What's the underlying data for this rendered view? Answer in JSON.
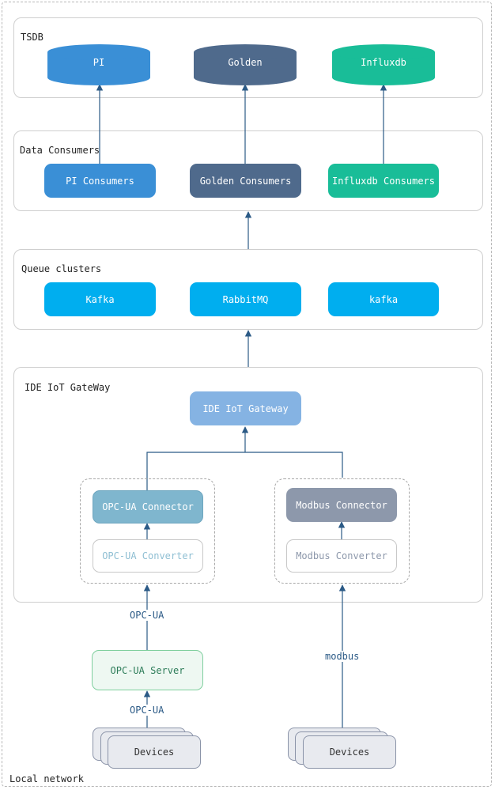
{
  "outer_label": "Local network",
  "tsdb": {
    "label": "TSDB",
    "databases": [
      {
        "name": "PI",
        "color": "#3a8fd6"
      },
      {
        "name": "Golden",
        "color": "#4f6a8c"
      },
      {
        "name": "Influxdb",
        "color": "#19bd98"
      }
    ]
  },
  "consumers": {
    "label": "Data Consumers",
    "items": [
      "PI Consumers",
      "Golden Consumers",
      "Influxdb Consumers"
    ]
  },
  "queues": {
    "label": "Queue clusters",
    "items": [
      "Kafka",
      "RabbitMQ",
      "kafka"
    ],
    "color": "#00aeef"
  },
  "gateway": {
    "label": "IDE IoT GateWay",
    "core": "IDE IoT Gateway",
    "opcua_connector": "OPC-UA Connector",
    "opcua_converter": "OPC-UA Converter",
    "modbus_connector": "Modbus Connector",
    "modbus_converter": "Modbus Converter"
  },
  "edges": {
    "opcua_top": "OPC-UA",
    "opcua_bottom": "OPC-UA",
    "modbus": "modbus"
  },
  "opcua_server": "OPC-UA Server",
  "devices": [
    "Devices",
    "Devices"
  ]
}
